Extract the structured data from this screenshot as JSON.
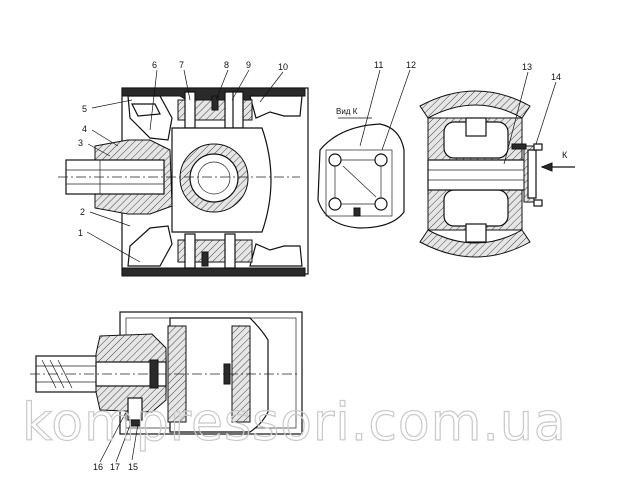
{
  "callouts": {
    "c1": "1",
    "c2": "2",
    "c3": "3",
    "c4": "4",
    "c5": "5",
    "c6": "6",
    "c7": "7",
    "c8": "8",
    "c9": "9",
    "c10": "10",
    "c11": "11",
    "c12": "12",
    "c13": "13",
    "c14": "14",
    "c15": "15",
    "c16": "16",
    "c17": "17"
  },
  "view_label": "Вид К",
  "arrow_label": "К",
  "watermark": "kompressori.com.ua"
}
